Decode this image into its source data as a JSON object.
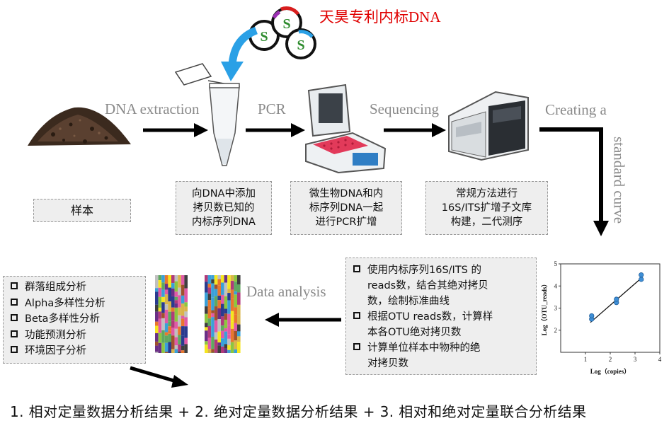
{
  "top": {
    "internal_standard_label": "天昊专利内标DNA",
    "plasmid_letter": "S"
  },
  "steps": {
    "dna_extraction": "DNA extraction",
    "pcr": "PCR",
    "sequencing": "Sequencing",
    "standard_curve": [
      "Creating a",
      "standard curve"
    ],
    "data_analysis": "Data analysis"
  },
  "boxes": {
    "sample": [
      "样本"
    ],
    "add_standard": [
      "向DNA中添加",
      "拷贝数已知的",
      "内标序列DNA"
    ],
    "pcr": [
      "微生物DNA和内",
      "标序列DNA一起",
      "进行PCR扩增"
    ],
    "sequencing": [
      "常规方法进行",
      "16S/ITS扩增子文库",
      "构建，二代测序"
    ]
  },
  "curve_steps": [
    [
      "使用内标序列16S/ITS 的",
      "reads数，结合其绝对拷贝",
      "数，绘制标准曲线"
    ],
    [
      "根据OTU reads数，计算样",
      "本各OTU绝对拷贝数"
    ],
    [
      "计算单位样本中物种的绝",
      "对拷贝数"
    ]
  ],
  "analysis_list": [
    "群落组成分析",
    "Alpha多样性分析",
    "Beta多样性分析",
    "功能预测分析",
    "环境因子分析"
  ],
  "bottom_text": "1. 相对定量数据分析结果 + 2. 绝对定量数据分析结果 + 3. 相对和绝对定量联合分析结果",
  "chart_data": {
    "type": "scatter",
    "xlabel": "Log（copies）",
    "ylabel": "Log（OTU_reads）",
    "xlim": [
      0,
      4
    ],
    "ylim": [
      1,
      5
    ],
    "xticks": [
      1,
      2,
      3,
      4
    ],
    "yticks": [
      2,
      3,
      4,
      5
    ],
    "points": [
      [
        1.25,
        2.5
      ],
      [
        1.25,
        2.65
      ],
      [
        2.25,
        3.25
      ],
      [
        2.25,
        3.4
      ],
      [
        3.25,
        4.3
      ],
      [
        3.25,
        4.5
      ]
    ],
    "fit_line": [
      [
        1.2,
        2.35
      ],
      [
        3.3,
        4.4
      ]
    ],
    "grid": false
  },
  "colors": {
    "arrow": "#000000",
    "label_gray": "#8a8a8a",
    "box_fill": "#eeeeee",
    "red": "#e00000",
    "plasmid_green": "#2e8b2e",
    "blue_arrow": "#2aa0e6",
    "point": "#3f8fd6"
  }
}
